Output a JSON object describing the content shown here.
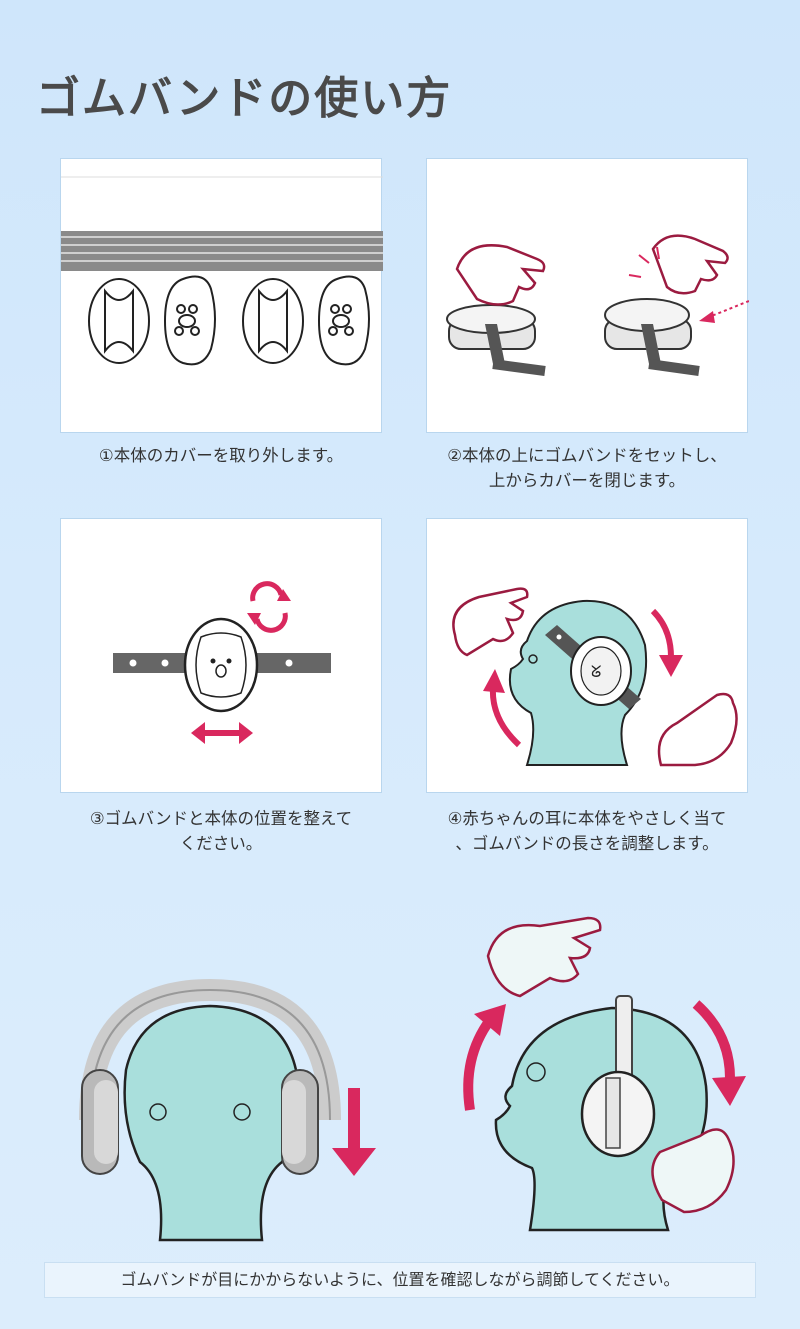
{
  "title": "ゴムバンドの使い方",
  "steps": [
    {
      "caption_lines": [
        "①本体のカバーを取り外します。"
      ]
    },
    {
      "caption_lines": [
        "②本体の上にゴムバンドをセットし、",
        "上からカバーを閉じます。"
      ]
    },
    {
      "caption_lines": [
        "③ゴムバンドと本体の位置を整えて",
        "ください。"
      ]
    },
    {
      "caption_lines": [
        "④赤ちゃんの耳に本体をやさしく当て",
        "、ゴムバンドの長さを調整します。"
      ]
    }
  ],
  "note": "ゴムバンドが目にかからないように、位置を確認しながら調節してください。",
  "colors": {
    "background": "#d6eafc",
    "accent_arrow": "#d9285e",
    "hand_outline": "#9b1b40",
    "head_fill": "#a9dfdc",
    "title_text": "#4a4a4a"
  },
  "icons": [
    "rotate-arrows-icon",
    "double-arrow-icon",
    "down-arrow-icon",
    "pointing-hand-icon"
  ]
}
